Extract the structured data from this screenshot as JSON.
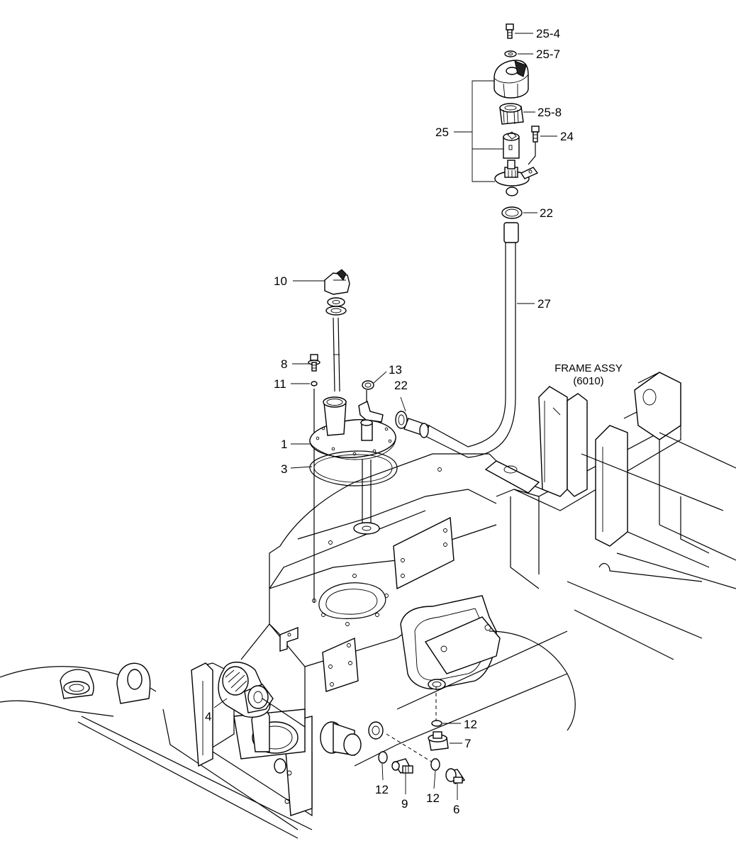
{
  "diagram": {
    "frame_label": {
      "line1": "FRAME ASSY",
      "line2": "(6010)"
    },
    "callouts": {
      "c25_4": "25-4",
      "c25_7": "25-7",
      "c25": "25",
      "c25_8": "25-8",
      "c24": "24",
      "c22_top": "22",
      "c27": "27",
      "c10": "10",
      "c8": "8",
      "c11": "11",
      "c13": "13",
      "c22_mid": "22",
      "c1": "1",
      "c3": "3",
      "c4": "4",
      "c12_right": "12",
      "c7": "7",
      "c12_left": "12",
      "c9": "9",
      "c12_mid": "12",
      "c6": "6"
    }
  }
}
